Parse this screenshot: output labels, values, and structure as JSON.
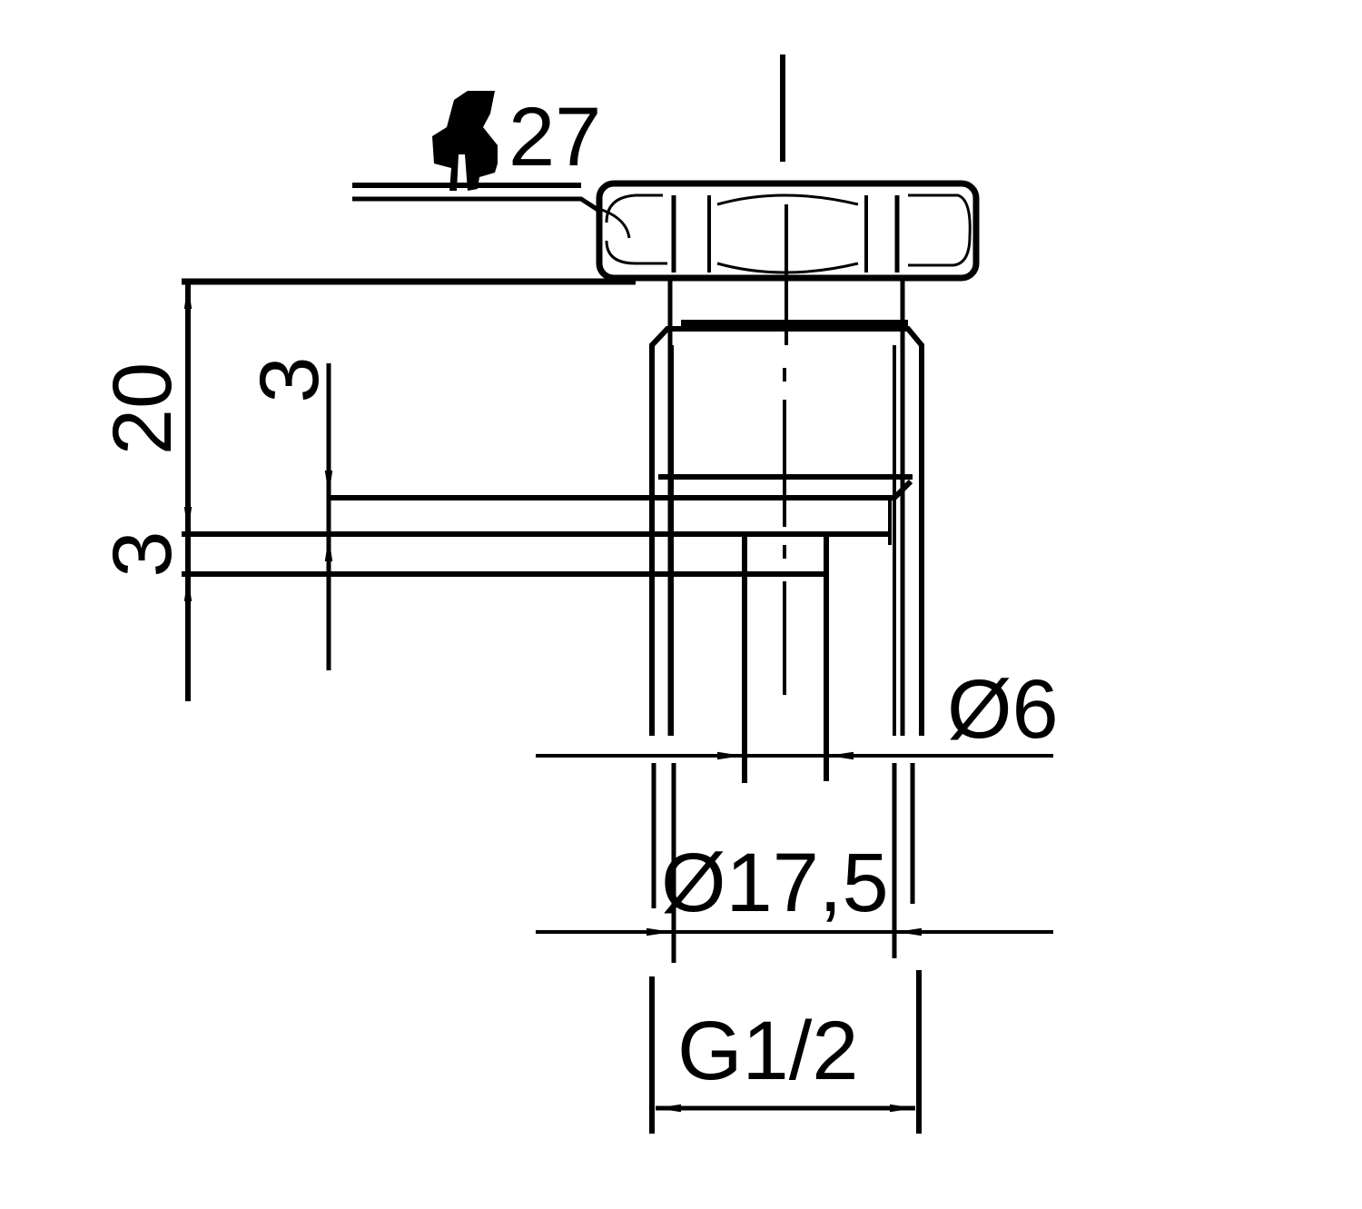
{
  "drawing": {
    "wrench_size": "27",
    "dim_height": "20",
    "dim_collar": "3",
    "dim_groove": "3",
    "dim_bore": "Ø6",
    "dim_diameter": "Ø17,5",
    "dim_thread": "G1/2"
  },
  "colors": {
    "line": "#000000",
    "background": "#ffffff"
  }
}
